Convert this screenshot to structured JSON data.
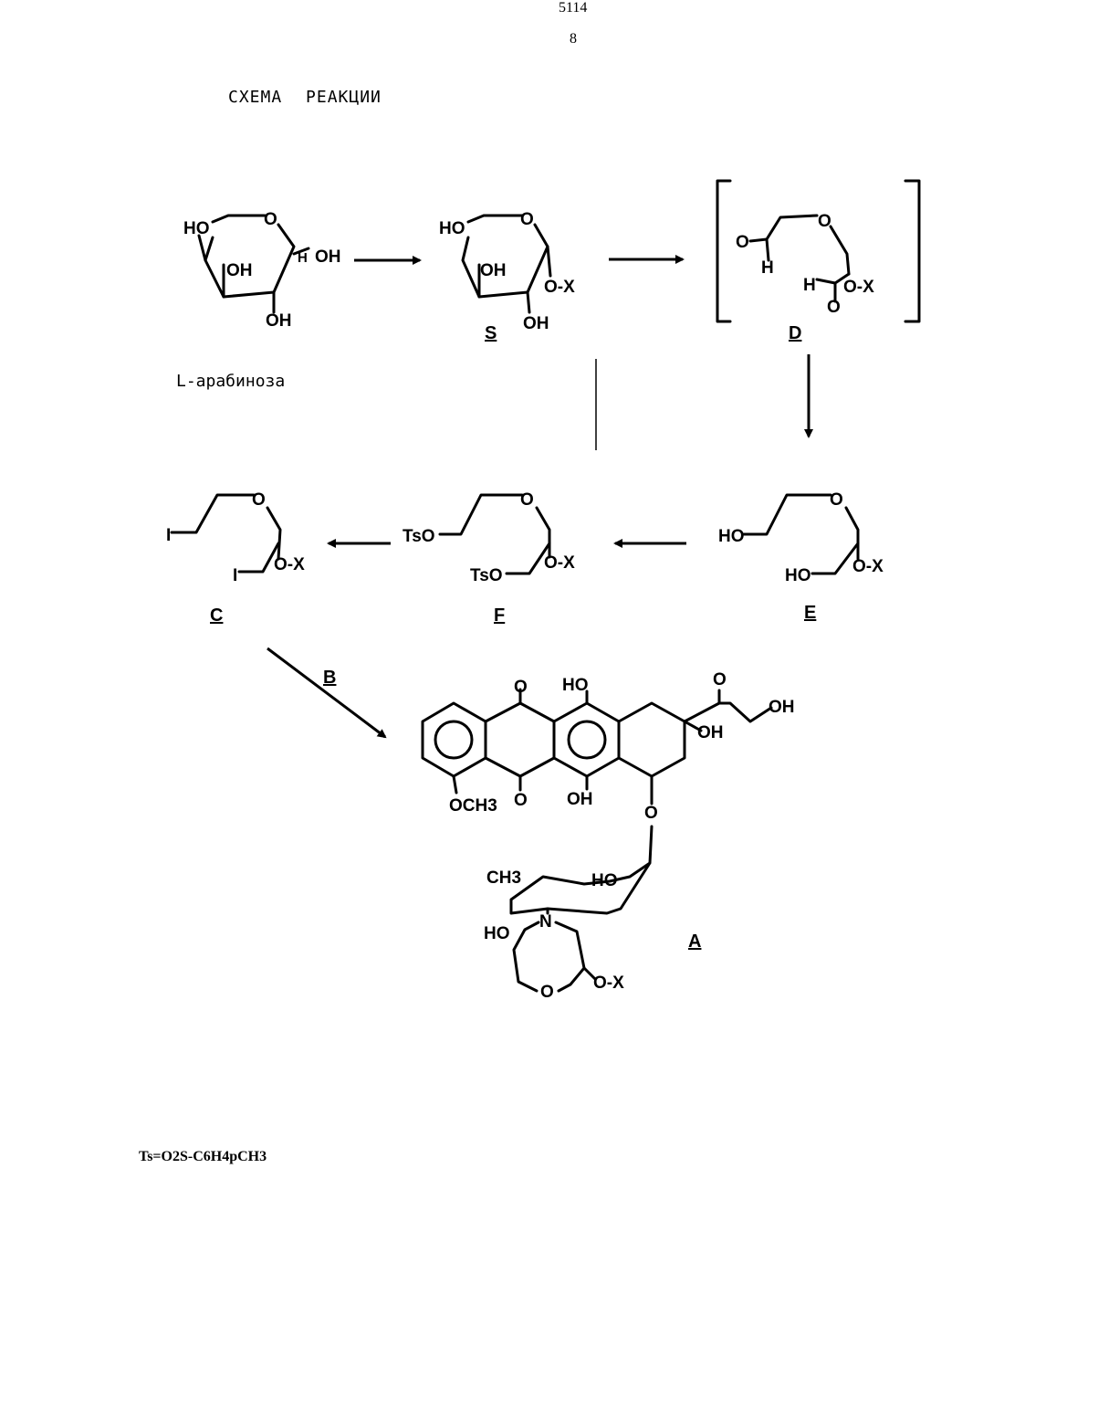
{
  "header": {
    "page_number": "5114",
    "sheet_number": "8"
  },
  "title": "СХЕМА РЕАКЦИИ",
  "compounds": {
    "arabinose": {
      "name": "L-арабиноза",
      "labels": [
        "HO",
        "O",
        "OH",
        "OH",
        "OH"
      ]
    },
    "S": {
      "id": "S",
      "labels": [
        "HO",
        "O",
        "OH",
        "OH",
        "O-X"
      ]
    },
    "D": {
      "id": "D",
      "labels": [
        "O",
        "H",
        "O",
        "H",
        "O",
        "O-X"
      ]
    },
    "E": {
      "id": "E",
      "labels": [
        "HO",
        "O",
        "HO",
        "O-X"
      ]
    },
    "F": {
      "id": "F",
      "labels": [
        "TsO",
        "O",
        "TsO",
        "O-X"
      ]
    },
    "C": {
      "id": "C",
      "labels": [
        "I",
        "O",
        "I",
        "O-X"
      ]
    },
    "A": {
      "id": "A",
      "labels": [
        "O",
        "HO",
        "OH",
        "OH",
        "OH",
        "OCH3",
        "O",
        "HO",
        "O",
        "O",
        "CH3",
        "HO",
        "N",
        "O",
        "O-X"
      ]
    }
  },
  "reagent_B": "B",
  "footnote": "Ts=O2S-C6H4pCH3"
}
